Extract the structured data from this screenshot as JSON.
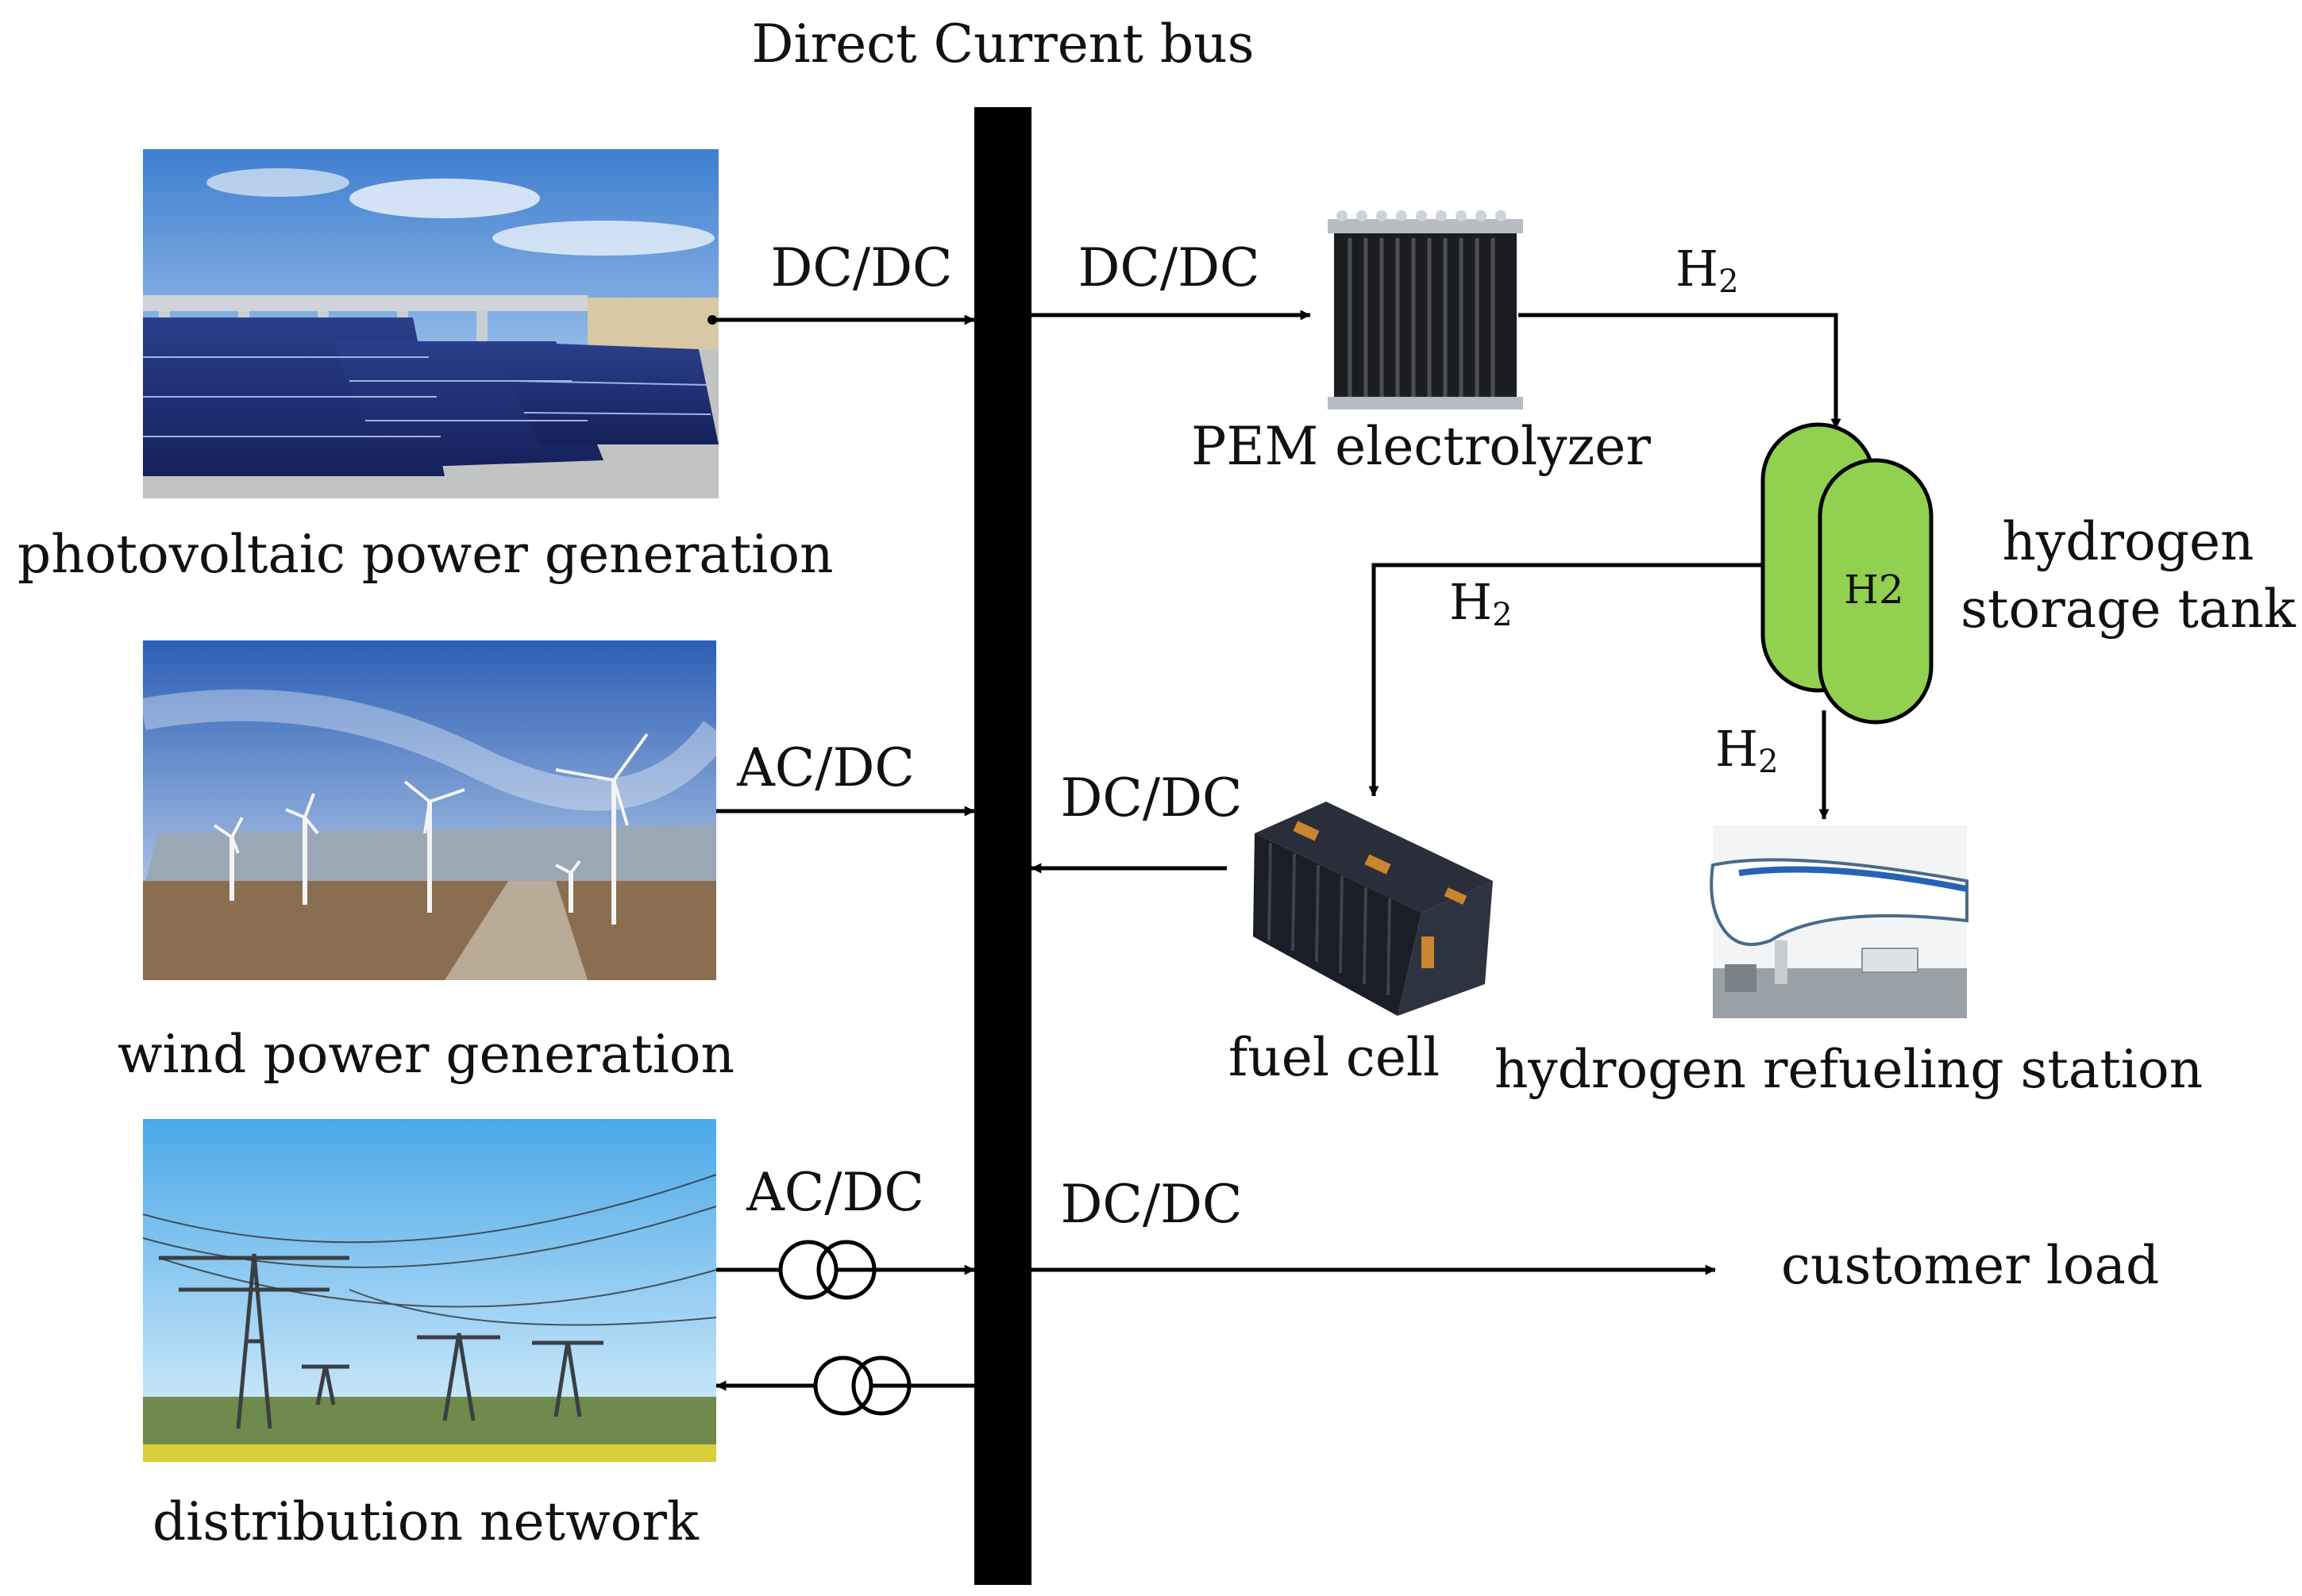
{
  "bus": {
    "label": "Direct Current bus"
  },
  "sources": {
    "pv": {
      "label": "photovoltaic power generation",
      "converter": "DC/DC"
    },
    "wind": {
      "label": "wind power generation",
      "converter": "AC/DC"
    },
    "grid": {
      "label": "distribution network",
      "converter": "AC/DC"
    }
  },
  "electrolyzer": {
    "label": "PEM electrolyzer",
    "converter": "DC/DC"
  },
  "storage": {
    "label_line1": "hydrogen",
    "label_line2": "storage tank",
    "tank_mark": "H2"
  },
  "fuel_cell": {
    "label": "fuel cell",
    "converter": "DC/DC"
  },
  "refueling": {
    "label": "hydrogen refueling station"
  },
  "load": {
    "label": "customer load",
    "converter": "DC/DC"
  },
  "h2": {
    "main": "H",
    "subscript": "2"
  },
  "colors": {
    "tank": "#92d050",
    "bus": "#000000"
  }
}
